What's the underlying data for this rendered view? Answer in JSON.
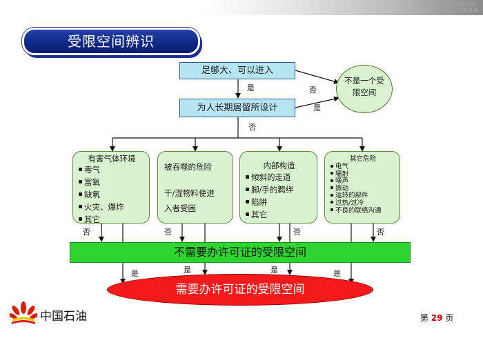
{
  "slide": {
    "title": "受限空间辨识",
    "page": {
      "prefix": "第",
      "number": "29",
      "suffix": "页"
    },
    "logo": {
      "brand_name": "中国石油",
      "icon": "petrochina-sunflower-logo"
    }
  },
  "flow": {
    "q1": "足够大、可以进入",
    "q2": "为人长期居留所设计",
    "not_confined": "不是一个受限空间",
    "yes": "是",
    "no": "否"
  },
  "categories": [
    {
      "title": "有害气体环境",
      "items": [
        "毒气",
        "富氧",
        "缺氧",
        "火灾、爆炸",
        "其它"
      ]
    },
    {
      "title": "被吞噬的危险",
      "line2": "干/湿物料使进",
      "line3": "入者受困"
    },
    {
      "title": "内部构造",
      "items": [
        "倾斜的走道",
        "脚/手的羁绊",
        "陷阱",
        "其它"
      ]
    },
    {
      "title": "其它危险",
      "items": [
        "电气",
        "辐射",
        "噪声",
        "振动",
        "运转的部件",
        "过热/过冷",
        "不良的联络沟通"
      ]
    }
  ],
  "outcomes": {
    "no_permit": "不需要办许可证的受限空间",
    "permit": "需要办许可证的受限空间"
  },
  "colors": {
    "title_bg": "#102a8a",
    "question_box": "#b7e4f2",
    "category_box": "#d9f2cf",
    "no_permit_bar": "#2fd52f",
    "permit_ellipse": "#f21a1a"
  }
}
